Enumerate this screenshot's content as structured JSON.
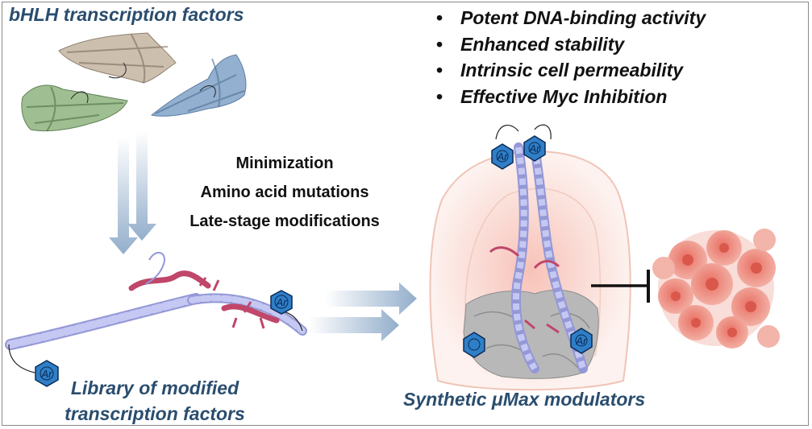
{
  "title": "bHLH transcription factors",
  "features": [
    "Potent DNA-binding activity",
    "Enhanced stability",
    "Intrinsic cell permeability",
    "Effective Myc Inhibition"
  ],
  "steps": [
    "Minimization",
    "Amino acid mutations",
    "Late-stage modifications"
  ],
  "library_label": [
    "Library of modified",
    "transcription factors"
  ],
  "synthetic_label": "Synthetic μMax modulators",
  "ar_label": "Ar",
  "bullet": "•",
  "colors": {
    "heading_blue": "#2a4d6e",
    "helix_lavender": "#b5b8ec",
    "sidechain_red": "#c0476a",
    "hex_blue": "#2f7fc8",
    "arrow_blue": "#a9bfd6",
    "cell_red": "#e88a7e"
  }
}
